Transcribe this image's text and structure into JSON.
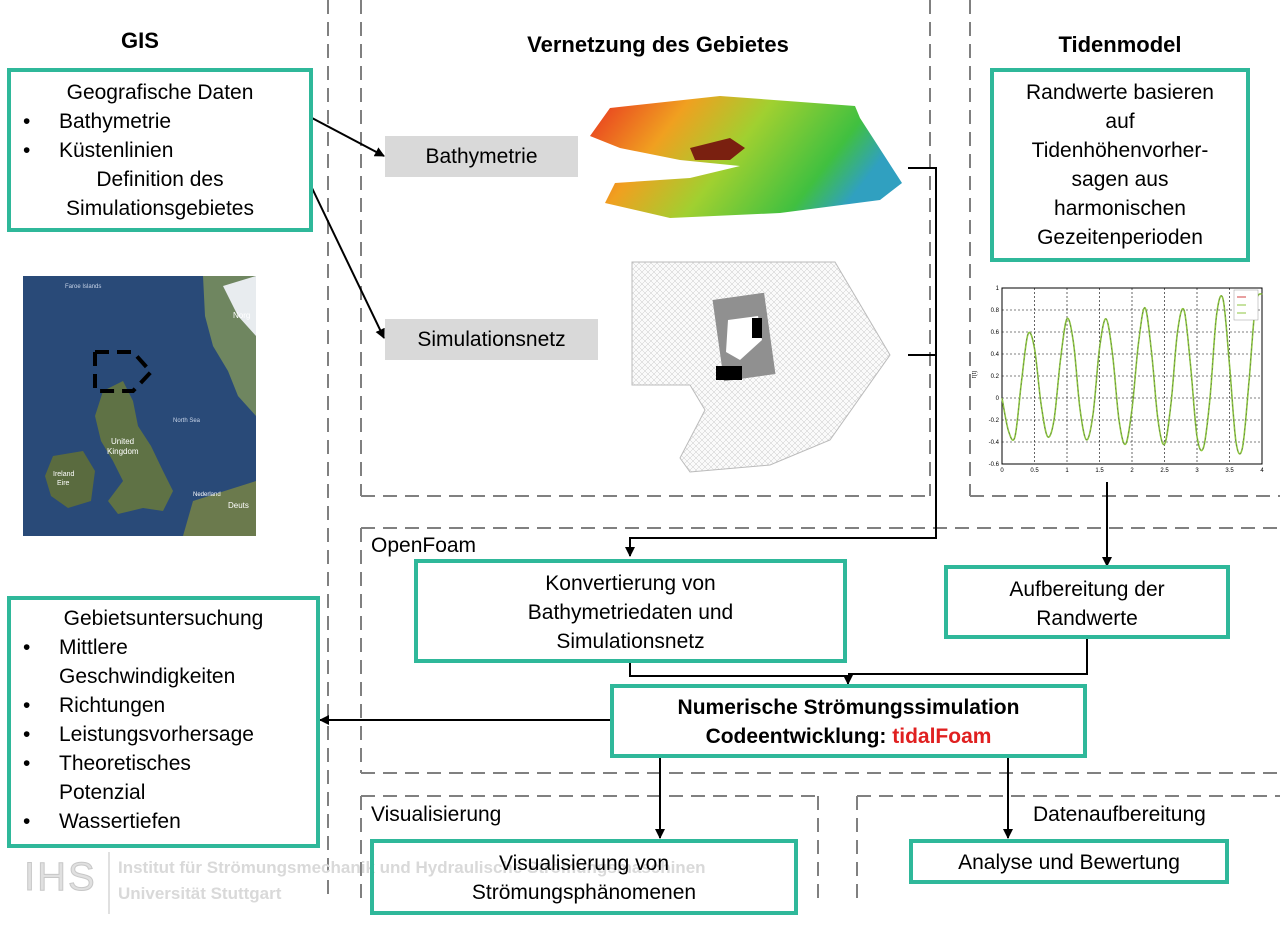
{
  "gis": {
    "heading": "GIS",
    "box": {
      "title": "Geografische Daten",
      "bullets": [
        "Bathymetrie",
        "Küstenlinien"
      ],
      "line3": "Definition des",
      "line4": "Simulationsgebietes"
    },
    "map": {
      "labels": {
        "norway": "Norg",
        "uk_line1": "United",
        "uk_line2": "Kingdom",
        "ireland_line1": "Ireland",
        "ireland_line2": "Eire",
        "nederland": "Nederland",
        "deutsch": "Deuts",
        "northsea": "North Sea",
        "faroe": "Faroe Islands"
      }
    }
  },
  "mesh": {
    "heading": "Vernetzung des Gebietes",
    "bathymetrie_label": "Bathymetrie",
    "simulationsnetz_label": "Simulationsnetz"
  },
  "tide": {
    "heading": "Tidenmodel",
    "box_lines": [
      "Randwerte basieren",
      "auf",
      "Tidenhöhenvorher-",
      "sagen aus",
      "harmonischen",
      "Gezeitenperioden"
    ]
  },
  "chart_data": {
    "type": "line",
    "title": "",
    "xlabel": "",
    "ylabel": "f(t)",
    "xlim": [
      0,
      4
    ],
    "ylim": [
      -0.6,
      1
    ],
    "xticks": [
      "0",
      "0.5",
      "1",
      "1.5",
      "2",
      "2.5",
      "3",
      "3.5",
      "4"
    ],
    "yticks": [
      "-0.6",
      "-0.4",
      "-0.2",
      "0",
      "0.2",
      "0.4",
      "0.6",
      "0.8",
      "1"
    ],
    "grid": true,
    "series": [
      {
        "name": "",
        "color": "#8cc63f",
        "x": [
          0.0,
          0.1,
          0.2,
          0.3,
          0.4,
          0.5,
          0.6,
          0.7,
          0.8,
          0.9,
          1.0,
          1.1,
          1.2,
          1.3,
          1.4,
          1.5,
          1.6,
          1.7,
          1.8,
          1.9,
          2.0,
          2.1,
          2.2,
          2.3,
          2.4,
          2.5,
          2.6,
          2.7,
          2.8,
          2.9,
          3.0,
          3.1,
          3.2,
          3.3,
          3.4,
          3.5,
          3.6,
          3.7,
          3.8,
          3.9,
          4.0
        ],
        "y": [
          0.0,
          -0.3,
          -0.35,
          0.15,
          0.58,
          0.45,
          -0.05,
          -0.35,
          -0.2,
          0.35,
          0.72,
          0.5,
          -0.1,
          -0.38,
          -0.15,
          0.45,
          0.72,
          0.4,
          -0.2,
          -0.42,
          -0.1,
          0.5,
          0.82,
          0.42,
          -0.2,
          -0.42,
          -0.05,
          0.6,
          0.8,
          0.3,
          -0.35,
          -0.45,
          0.0,
          0.75,
          0.9,
          0.3,
          -0.4,
          -0.45,
          0.15,
          0.85,
          0.95
        ]
      }
    ]
  },
  "openfoam": {
    "label": "OpenFoam",
    "konvertierung_lines": [
      "Konvertierung von",
      "Bathymetriedaten und",
      "Simulationsnetz"
    ],
    "aufbereitung_lines": [
      "Aufbereitung der",
      "Randwerte"
    ],
    "numerische_line1": "Numerische Strömungssimulation",
    "numerische_line2_prefix": "Codeentwicklung:",
    "numerische_line2_highlight": "tidalFoam"
  },
  "gebiet": {
    "title": "Gebietsuntersuchung",
    "bullets": [
      "Mittlere",
      "Richtungen",
      "Leistungsvorhersage",
      "Theoretisches",
      "Wassertiefen"
    ],
    "continuations": [
      "Geschwindigkeiten",
      "Potenzial"
    ]
  },
  "visual": {
    "label": "Visualisierung",
    "box_lines": [
      "Visualisierung von",
      "Strömungsphänomenen"
    ]
  },
  "daten": {
    "label": "Datenaufbereitung",
    "box_text": "Analyse und Bewertung"
  },
  "footer": {
    "logo": "IHS",
    "line1": "Institut für Strömungsmechanik und Hydraulische Strömungsmaschinen",
    "line2": "Universität Stuttgart"
  },
  "colors": {
    "box_border": "#2fb89a",
    "highlight_red": "#e02020",
    "gray_box": "#d9d9d9",
    "dashed_line": "#808080"
  }
}
